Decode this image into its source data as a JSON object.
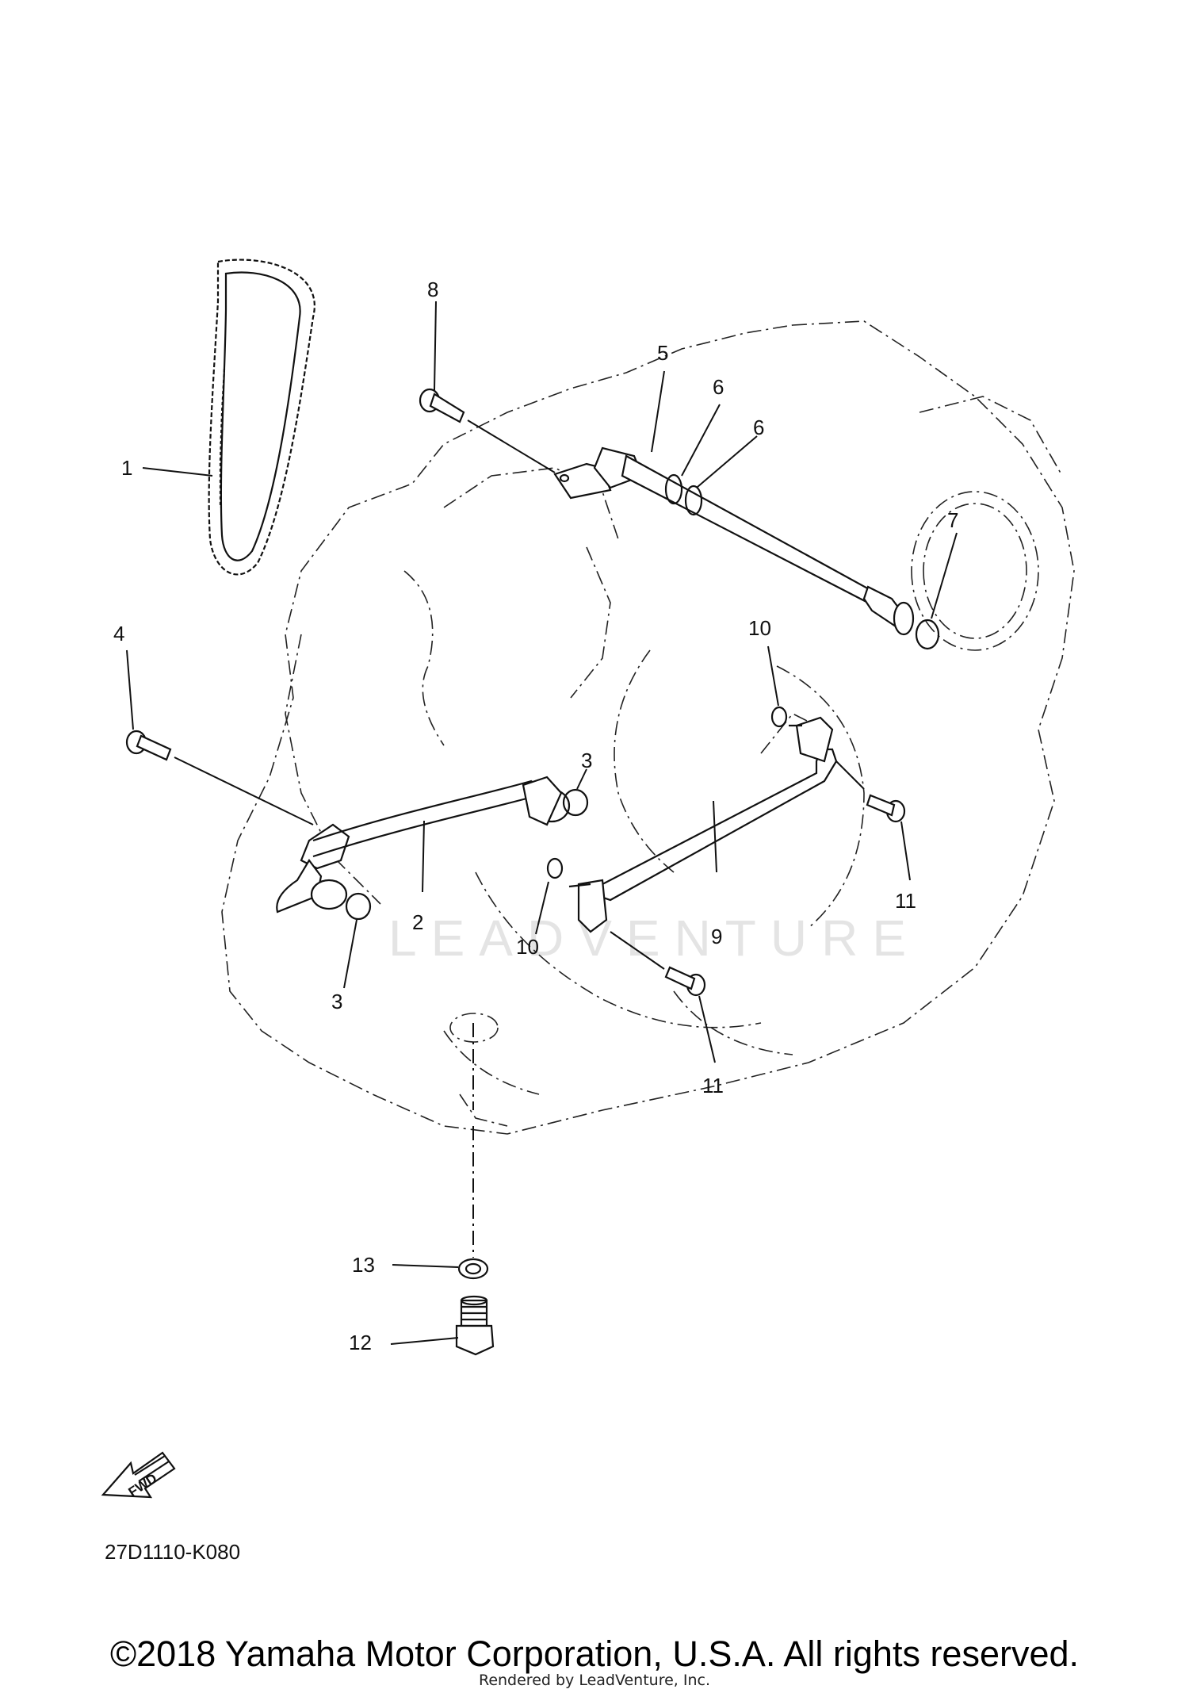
{
  "callouts": {
    "c1": "1",
    "c2": "2",
    "c3a": "3",
    "c3b": "3",
    "c4": "4",
    "c5": "5",
    "c6a": "6",
    "c6b": "6",
    "c7": "7",
    "c8": "8",
    "c9": "9",
    "c10a": "10",
    "c10b": "10",
    "c11a": "11",
    "c11b": "11",
    "c12": "12",
    "c13": "13"
  },
  "fwd_label": "FWD",
  "watermark": "LEADVENTURE",
  "diagram_code": "27D1110-K080",
  "copyright": "©2018 Yamaha Motor Corporation, U.S.A. All rights reserved.",
  "rendered_by": "Rendered by LeadVenture, Inc."
}
